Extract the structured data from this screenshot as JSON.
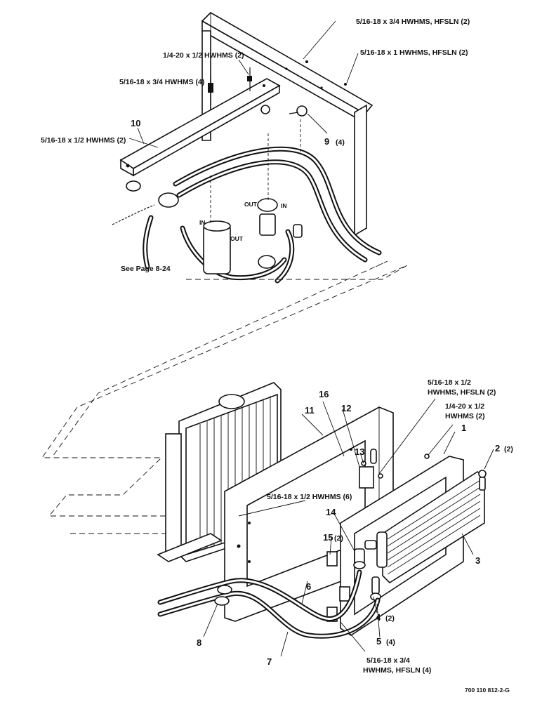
{
  "labels": {
    "top_hwhms_34_hfsln": "5/16-18 x 3/4 HWHMS, HFSLN (2)",
    "top_hwhms_1_hfsln": "5/16-18 x 1 HWHMS, HFSLN (2)",
    "top_hwhms_14_12": "1/4-20 x 1/2 HWHMS  (2)",
    "top_hwhms_34_4": "5/16-18 x 3/4 HWHMS (4)",
    "top_hwhms_12_2": "5/16-18 x 1/2 HWHMS  (2)",
    "callout_10": "10",
    "callout_9": "9",
    "callout_9_qty": "(4)",
    "port_out_1": "OUT",
    "port_in_1": "IN",
    "port_in_2": "IN",
    "port_out_2": "OUT",
    "see_page": "See Page 8-24",
    "bot_hwhms_12_line1": "5/16-18 x 1/2",
    "bot_hwhms_12_line2": "HWHMS, HFSLN (2)",
    "bot_14_line1": "1/4-20 x 1/2",
    "bot_14_line2": "HWHMS  (2)",
    "callout_1": "1",
    "callout_2": "2",
    "callout_2_qty": "(2)",
    "callout_3": "3",
    "callout_4": "4",
    "callout_4_qty": "(2)",
    "callout_5": "5",
    "callout_5_qty": "(4)",
    "callout_6": "6",
    "callout_7": "7",
    "callout_8": "8",
    "callout_11": "11",
    "callout_12": "12",
    "callout_13": "13",
    "callout_14": "14",
    "callout_15": "15",
    "callout_15_qty": "(2)",
    "callout_16": "16",
    "bot_hwhms_12_6": "5/16-18 x 1/2 HWHMS (6)",
    "bot_hwhms_34_line1": "5/16-18 x 3/4",
    "bot_hwhms_34_line2": "HWHMS, HFSLN (4)",
    "drawing_number": "700 110 812-2-G"
  }
}
